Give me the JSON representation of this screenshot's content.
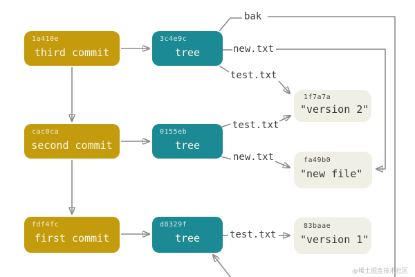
{
  "diagram": {
    "type": "git-object-model",
    "commits": [
      {
        "hash": "1a410e",
        "label": "third commit"
      },
      {
        "hash": "cac0ca",
        "label": "second commit"
      },
      {
        "hash": "fdf4fc",
        "label": "first commit"
      }
    ],
    "trees": [
      {
        "hash": "3c4e9c",
        "label": "tree"
      },
      {
        "hash": "0155eb",
        "label": "tree"
      },
      {
        "hash": "d8329f",
        "label": "tree"
      }
    ],
    "blobs": [
      {
        "hash": "1f7a7a",
        "label": "\"version 2\""
      },
      {
        "hash": "fa49b0",
        "label": "\"new file\""
      },
      {
        "hash": "83baae",
        "label": "\"version 1\""
      }
    ],
    "edge_labels": {
      "bak": "bak",
      "tree1_new": "new.txt",
      "tree1_test": "test.txt",
      "tree2_test": "test.txt",
      "tree2_new": "new.txt",
      "tree3_test": "test.txt"
    },
    "colors": {
      "commit": "#c49b0d",
      "tree": "#1b8a94",
      "blob_bg": "#f0efe6",
      "line": "#8c8c8c",
      "label_text": "#3a3a3a"
    }
  },
  "watermark": "@稀土掘金技术社区"
}
